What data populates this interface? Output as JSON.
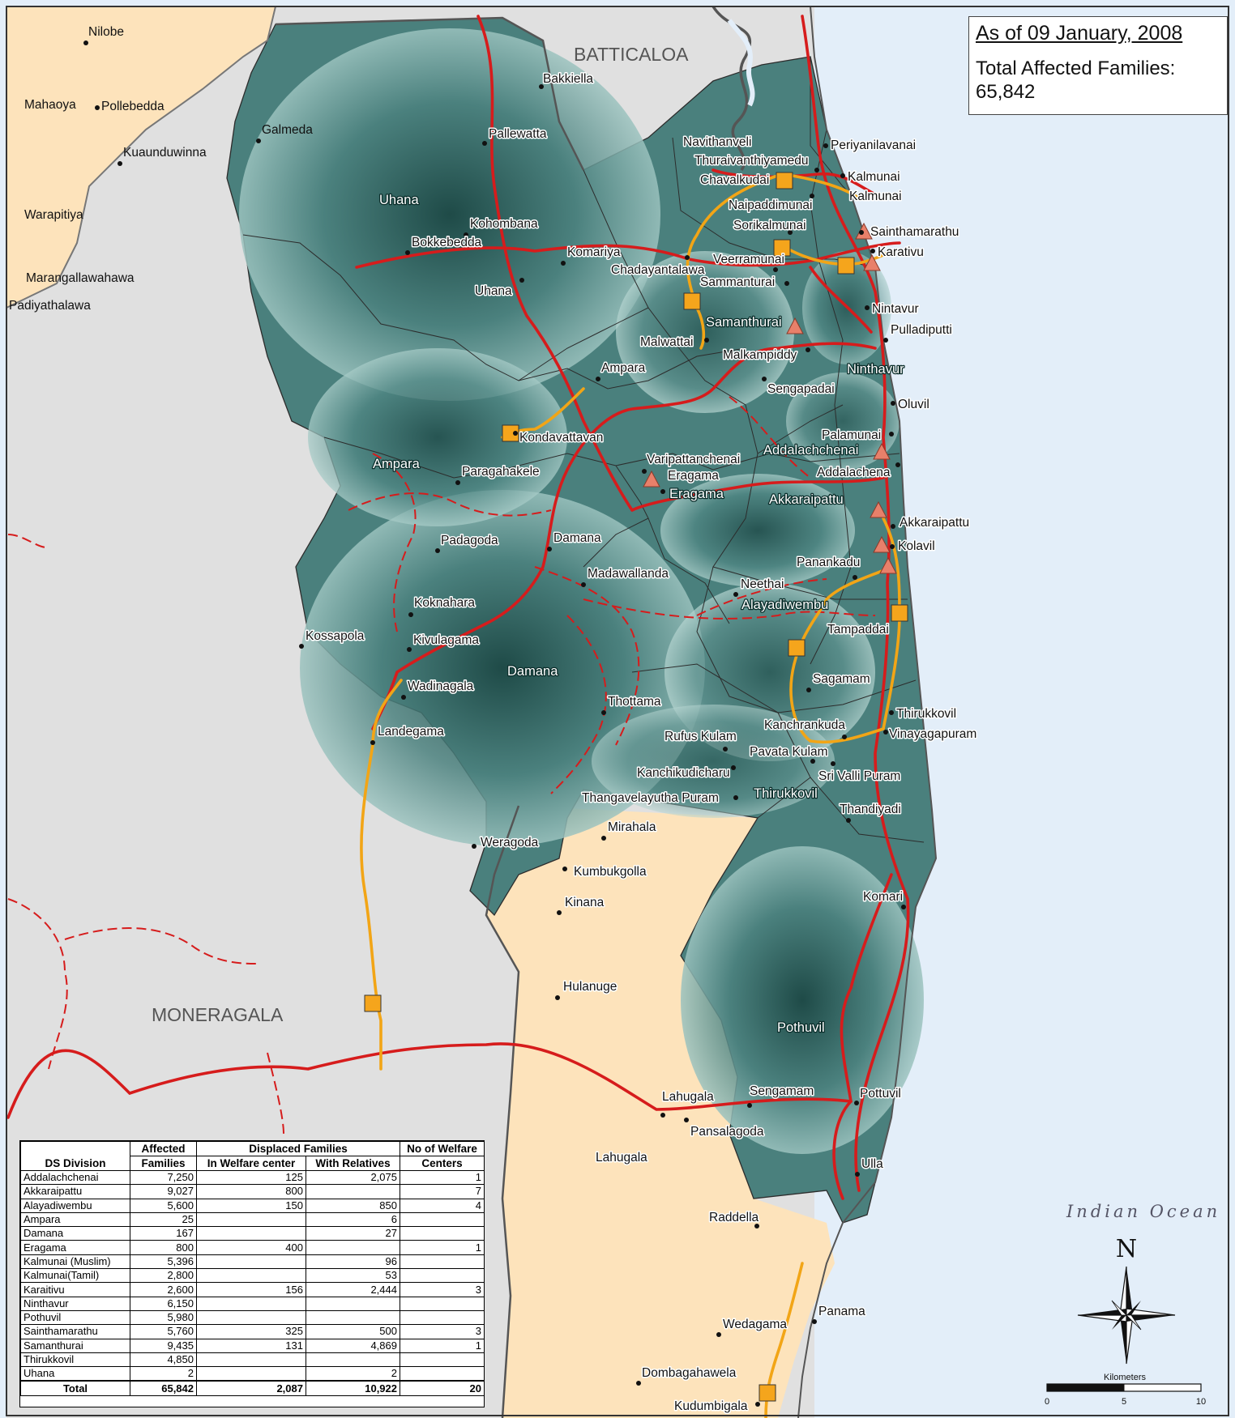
{
  "info": {
    "date": "As of 09 January, 2008",
    "total_label": "Total Affected Families:",
    "total_value": "65,842"
  },
  "districts": {
    "batticaloa": "BATTICALOA",
    "moneragala": "MONERAGALA",
    "ocean": "Indian Ocean"
  },
  "divisions": {
    "uhana": "Uhana",
    "ampara": "Ampara",
    "damana": "Damana",
    "eragama": "Eragama",
    "samanthurai": "Samanthurai",
    "ninthavur": "Ninthavur",
    "addalachchenai": "Addalachchenai",
    "akkaraipattu": "Akkaraipattu",
    "alayadiwembu": "Alayadiwembu",
    "thirukkovil": "Thirukkovil",
    "pothuvil": "Pothuvil"
  },
  "places": {
    "nilobe": "Nilobe",
    "mahaoya": "Mahaoya",
    "pollebedda": "Pollebedda",
    "kuaunduwinna": "Kuaunduwinna",
    "warapitiya": "Warapitiya",
    "marangallawahawa": "Marangallawahawa",
    "padiyathalawa": "Padiyathalawa",
    "galmeda": "Galmeda",
    "bakkiella": "Bakkiella",
    "pallewatta": "Pallewatta",
    "kohombana": "Kohombana",
    "bokkebedda": "Bokkebedda",
    "komariya": "Komariya",
    "uhana_town": "Uhana",
    "navithanveli": "Navithanveli",
    "thuraivanthiyamedu": "Thuraivanthiyamedu",
    "periyanilavanai": "Periyanilavanai",
    "chavalkudai": "Chavalkudai",
    "kalmunai1": "Kalmunai",
    "kalmunai2": "Kalmunai",
    "naipaddimunai": "Naipaddimunai",
    "sorikalmunai": "Sorikalmunai",
    "sainthamarathu": "Sainthamarathu",
    "karativu": "Karativu",
    "veerramunai": "Veerramunai",
    "chadayantalawa": "Chadayantalawa",
    "sammanturai": "Sammanturai",
    "nintavur": "Nintavur",
    "pulladiputti": "Pulladiputti",
    "malwattai": "Malwattai",
    "malkampiddy": "Malkampiddy",
    "ampara_town": "Ampara",
    "sengapadai": "Sengapadai",
    "oluvil": "Oluvil",
    "kondavattavan": "Kondavattavan",
    "palamunai": "Palamunai",
    "paragahakele": "Paragahakele",
    "varipattanchenai": "Varipattanchenai",
    "eragama_town": "Eragama",
    "addalachena": "Addalachena",
    "akkaraipattu_town": "Akkaraipattu",
    "padagoda": "Padagoda",
    "damana_town": "Damana",
    "kolavil": "Kolavil",
    "madawallanda": "Madawallanda",
    "panankadu": "Panankadu",
    "neethai": "Neethai",
    "koknahara": "Koknahara",
    "tampaddai": "Tampaddai",
    "kossapola": "Kossapola",
    "kivulagama": "Kivulagama",
    "wadinagala": "Wadinagala",
    "sagamam": "Sagamam",
    "thottama": "Thottama",
    "thirukkovil_town": "Thirukkovil",
    "kanchrankuda": "Kanchrankuda",
    "vinayagapuram": "Vinayagapuram",
    "landegama": "Landegama",
    "rufus_kulam": "Rufus Kulam",
    "pavata_kulam": "Pavata Kulam",
    "kanchikudicharu": "Kanchikudicharu",
    "sri_valli_puram": "Sri Valli Puram",
    "thangavelayutha_puram": "Thangavelayutha Puram",
    "thandiyadi": "Thandiyadi",
    "mirahala": "Mirahala",
    "weragoda": "Weragoda",
    "kumbukgolla": "Kumbukgolla",
    "kinana": "Kinana",
    "komari": "Komari",
    "hulanuge": "Hulanuge",
    "lahugala_town": "Lahugala",
    "sengamam": "Sengamam",
    "pottuvil": "Pottuvil",
    "pansalagoda": "Pansalagoda",
    "lahugala_area": "Lahugala",
    "ulla": "Ulla",
    "raddella": "Raddella",
    "panama": "Panama",
    "wedagama": "Wedagama",
    "dombagahawela": "Dombagahawela",
    "kudumbigala": "Kudumbigala"
  },
  "table": {
    "headers": {
      "ds_division": "DS Division",
      "affected_1": "Affected",
      "affected_2": "Families",
      "displaced": "Displaced Families",
      "in_welfare": "In Welfare center",
      "with_relatives": "With Relatives",
      "centers_1": "No of Welfare",
      "centers_2": "Centers"
    },
    "rows": [
      {
        "division": "Addalachchenai",
        "affected": "7,250",
        "welfare": "125",
        "relatives": "2,075",
        "centers": "1"
      },
      {
        "division": "Akkaraipattu",
        "affected": "9,027",
        "welfare": "800",
        "relatives": "",
        "centers": "7"
      },
      {
        "division": "Alayadiwembu",
        "affected": "5,600",
        "welfare": "150",
        "relatives": "850",
        "centers": "4"
      },
      {
        "division": "Ampara",
        "affected": "25",
        "welfare": "",
        "relatives": "6",
        "centers": ""
      },
      {
        "division": "Damana",
        "affected": "167",
        "welfare": "",
        "relatives": "27",
        "centers": ""
      },
      {
        "division": "Eragama",
        "affected": "800",
        "welfare": "400",
        "relatives": "",
        "centers": "1"
      },
      {
        "division": "Kalmunai (Muslim)",
        "affected": "5,396",
        "welfare": "",
        "relatives": "96",
        "centers": ""
      },
      {
        "division": "Kalmunai(Tamil)",
        "affected": "2,800",
        "welfare": "",
        "relatives": "53",
        "centers": ""
      },
      {
        "division": "Karaitivu",
        "affected": "2,600",
        "welfare": "156",
        "relatives": "2,444",
        "centers": "3"
      },
      {
        "division": "Ninthavur",
        "affected": "6,150",
        "welfare": "",
        "relatives": "",
        "centers": ""
      },
      {
        "division": "Pothuvil",
        "affected": "5,980",
        "welfare": "",
        "relatives": "",
        "centers": ""
      },
      {
        "division": "Sainthamarathu",
        "affected": "5,760",
        "welfare": "325",
        "relatives": "500",
        "centers": "3"
      },
      {
        "division": "Samanthurai",
        "affected": "9,435",
        "welfare": "131",
        "relatives": "4,869",
        "centers": "1"
      },
      {
        "division": "Thirukkovil",
        "affected": "4,850",
        "welfare": "",
        "relatives": "",
        "centers": ""
      },
      {
        "division": "Uhana",
        "affected": "2",
        "welfare": "",
        "relatives": "2",
        "centers": ""
      }
    ],
    "total": {
      "label": "Total",
      "affected": "65,842",
      "welfare": "2,087",
      "relatives": "10,922",
      "centers": "20"
    }
  },
  "compass": {
    "label": "N"
  },
  "scale": {
    "label": "Kilometers",
    "ticks": [
      "0",
      "5",
      "10"
    ]
  },
  "colors": {
    "ocean": "#e3eef9",
    "neighbor_district": "#e0e0e0",
    "outside_province": "#fde3bb",
    "ampara_fill": "#2d6563",
    "main_road": "#d61c1c",
    "secondary_road": "#f2a516",
    "welfare_center": "#f5a51c",
    "relatives_marker": "#e8806a"
  }
}
